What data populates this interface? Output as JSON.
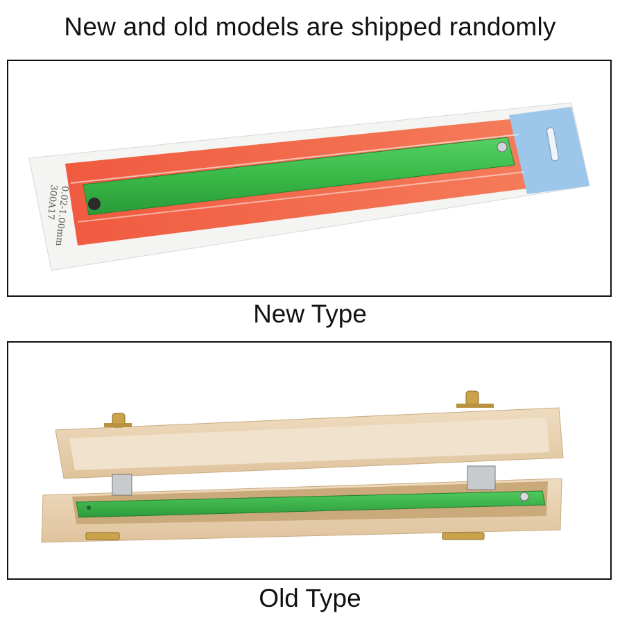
{
  "header": {
    "title": "New and old models are shipped randomly"
  },
  "panels": [
    {
      "caption": "New Type",
      "package_label_line1": "300A17",
      "package_label_line2": "0.02-1.00mm"
    },
    {
      "caption": "Old Type"
    }
  ],
  "colors": {
    "gauge_green": "#3cc24a",
    "package_red": "#f26a4b",
    "tag_blue": "#9cc6ea",
    "wood": "#e9d3b4"
  }
}
